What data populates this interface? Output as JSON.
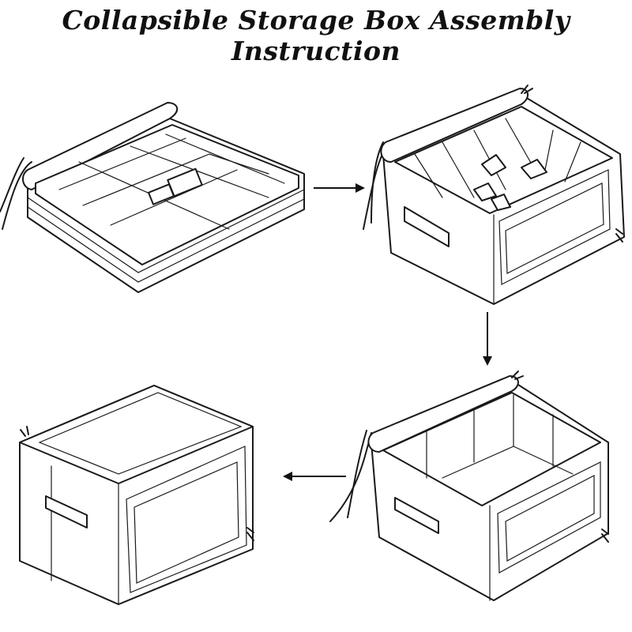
{
  "title": "Collapsible Storage Box Assembly Instruction",
  "colors": {
    "line": "#1a1a1a",
    "background": "#ffffff"
  },
  "steps": [
    {
      "state": "folded-flat"
    },
    {
      "state": "frame-raised-base-panels"
    },
    {
      "state": "open-box"
    },
    {
      "state": "lid-closed"
    }
  ],
  "arrows": [
    "right",
    "down",
    "left"
  ]
}
